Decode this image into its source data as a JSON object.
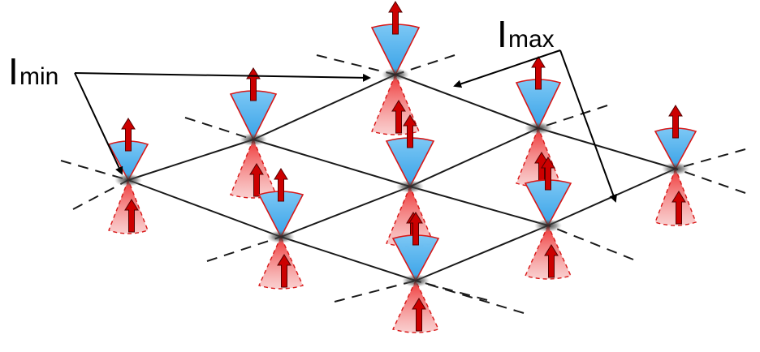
{
  "labels": {
    "min_main": "I",
    "min_sub": "min",
    "max_main": "I",
    "max_sub": "max"
  },
  "colors": {
    "cone_blue": "#3aa8e8",
    "cone_red": "#ee4040",
    "cone_edge": "#d81818",
    "arrow_fill": "#cc0000",
    "arrow_edge": "#550000",
    "lattice_line": "#1a1a1a",
    "node_shadow": "#333333"
  },
  "icons": {
    "spin_up": "red-up-arrow",
    "cone_pair": "dirac-cone-pair"
  }
}
